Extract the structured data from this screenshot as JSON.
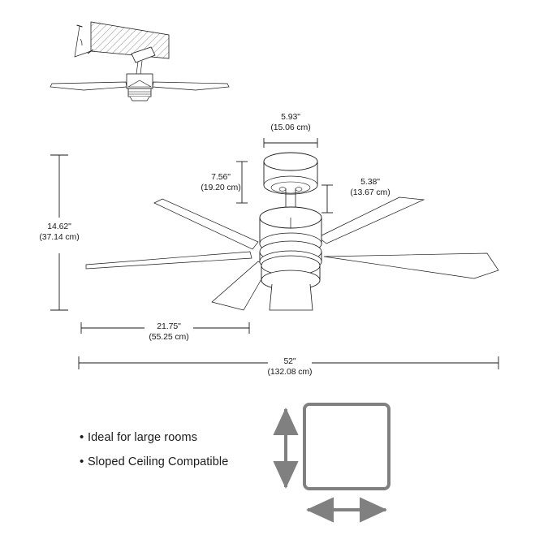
{
  "product": {
    "type": "ceiling-fan",
    "blade_count": 5
  },
  "dimensions": {
    "canopy_width": {
      "name": "canopy-width",
      "inches": "5.93\"",
      "metric": "(15.06 cm)"
    },
    "downrod_drop": {
      "name": "downrod-drop",
      "inches": "7.56\"",
      "metric": "(19.20 cm)"
    },
    "motor_housing_height": {
      "name": "motor-housing-height",
      "inches": "5.38\"",
      "metric": "(13.67 cm)"
    },
    "overall_height": {
      "name": "overall-height",
      "inches": "14.62\"",
      "metric": "(37.14 cm)"
    },
    "blade_span_half": {
      "name": "blade-span-half",
      "inches": "21.75\"",
      "metric": "(55.25 cm)"
    },
    "blade_span_full": {
      "name": "blade-span-full",
      "inches": "52\"",
      "metric": "(132.08 cm)"
    }
  },
  "features": [
    {
      "bullet": "•",
      "label": "Ideal for large rooms"
    },
    {
      "bullet": "•",
      "label": "Sloped Ceiling Compatible"
    }
  ],
  "room_icon": {
    "name": "room-size-icon",
    "vertical_arrow": "vertical-double-arrow-icon",
    "horizontal_arrow": "horizontal-double-arrow-icon",
    "square": "room-square-outline"
  },
  "colors": {
    "line": "#1a1a1a",
    "dim_line": "#3a3a3a",
    "hatch": "#8a8a8a",
    "icon_gray": "#808080",
    "background": "#ffffff",
    "text": "#1a1a1a"
  }
}
